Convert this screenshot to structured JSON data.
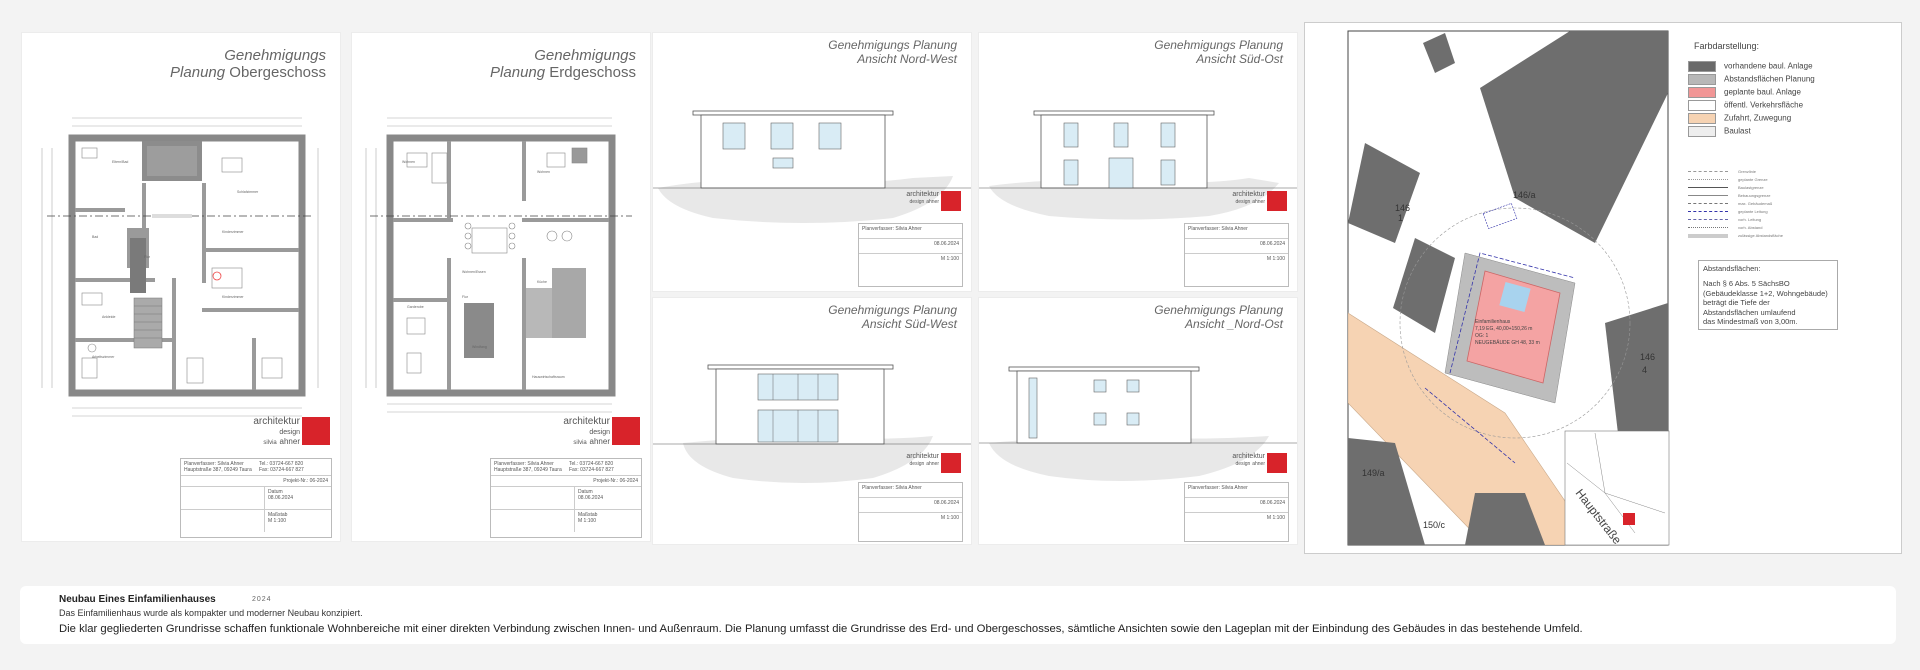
{
  "sheet_titles": {
    "og": {
      "line1": "Genehmigungs",
      "line2_a": "Planung",
      "line2_b": "Obergeschoss"
    },
    "eg": {
      "line1": "Genehmigungs",
      "line2_a": "Planung",
      "line2_b": "Erdgeschoss"
    },
    "nw": {
      "line1": "Genehmigungs Planung",
      "line2": "Ansicht Nord-West"
    },
    "so": {
      "line1": "Genehmigungs Planung",
      "line2": "Ansicht Süd-Ost"
    },
    "sw": {
      "line1": "Genehmigungs Planung",
      "line2": "Ansicht Süd-West"
    },
    "no": {
      "line1": "Genehmigungs Planung",
      "line2": "Ansicht _Nord-Ost"
    }
  },
  "logo": {
    "word1": "architektur",
    "word2": "design",
    "word3": "ahner",
    "pre": "silvia"
  },
  "title_block": {
    "planner": "Planverfasser: Silvia Ahner",
    "address": "Hauptstraße 387, 09249 Taura",
    "tel": "Tel.: 03724-667 820",
    "fax": "Fax: 03724-667 827",
    "project": "Projekt-Nr.: 06-2024",
    "datum_label": "Datum",
    "datum": "08.06.2024",
    "massstab_label": "Maßstab",
    "massstab": "M 1:100"
  },
  "rooms_og": [
    "Eltern/Bad",
    "Schlafzimmer",
    "Bad",
    "Flur",
    "Kinderzimmer",
    "Kinderzimmer",
    "Ankleide",
    "Arbeitszimmer"
  ],
  "rooms_eg": [
    "Wohnen",
    "Wohnen",
    "Wohnen/Essen",
    "Flur",
    "Küche",
    "Garderobe",
    "Windfang",
    "Hauswirtschaftsraum"
  ],
  "site_plan": {
    "legend_title": "Farbdarstellung:",
    "legend": [
      {
        "label": "vorhandene baul. Anlage",
        "color": "#6a6a6a"
      },
      {
        "label": "Abstandsflächen Planung",
        "color": "#b8b8b8"
      },
      {
        "label": "geplante baul. Anlage",
        "color": "#f19696"
      },
      {
        "label": "öffentl. Verkehrsfläche",
        "color": "#ffffff"
      },
      {
        "label": "Zufahrt, Zuwegung",
        "color": "#f6d3b3"
      },
      {
        "label": "Baulast",
        "color": "#eeeeee"
      }
    ],
    "line_legend": [
      "Grenzlinie",
      "geplante Grenze",
      "Baulastgrenze",
      "Bebauungsgrenze",
      "max. Gebäudemaß",
      "geplante Leitung",
      "vorh. Leitung",
      "vorh. Abstand",
      "zulässige Abstandsfläche"
    ],
    "note_title": "Abstandsflächen:",
    "note_lines": [
      "Nach § 6 Abs. 5 SächsBO",
      "(Gebäudeklasse 1+2, Wohngebäude)",
      "beträgt die Tiefe der",
      "Abstandsflächen umlaufend",
      "das Mindestmaß von 3,00m."
    ],
    "parcels": [
      "146",
      "1",
      "146/a",
      "146",
      "4",
      "149/a",
      "150/c"
    ],
    "street": "Hauptstraße",
    "house_label": "Einfamilienhaus",
    "house_detail1": "7,19 EG, 40,00+150,26 m",
    "house_detail2": "OG: 1",
    "house_detail3": "NEUGEBÄUDE GH 48, 33 m"
  },
  "caption": {
    "heading": "Neubau Eines Einfamilienhauses",
    "year": "2024",
    "subtitle": "Das Einfamilienhaus wurde als kompakter und moderner Neubau konzipiert.",
    "text": "Die klar gegliederten Grundrisse schaffen funktionale Wohnbereiche mit einer direkten Verbindung zwischen Innen- und Außenraum. Die Planung umfasst die Grundrisse des Erd- und Obergeschosses, sämtliche Ansichten sowie den Lageplan mit der Einbindung des Gebäudes in das bestehende Umfeld."
  }
}
